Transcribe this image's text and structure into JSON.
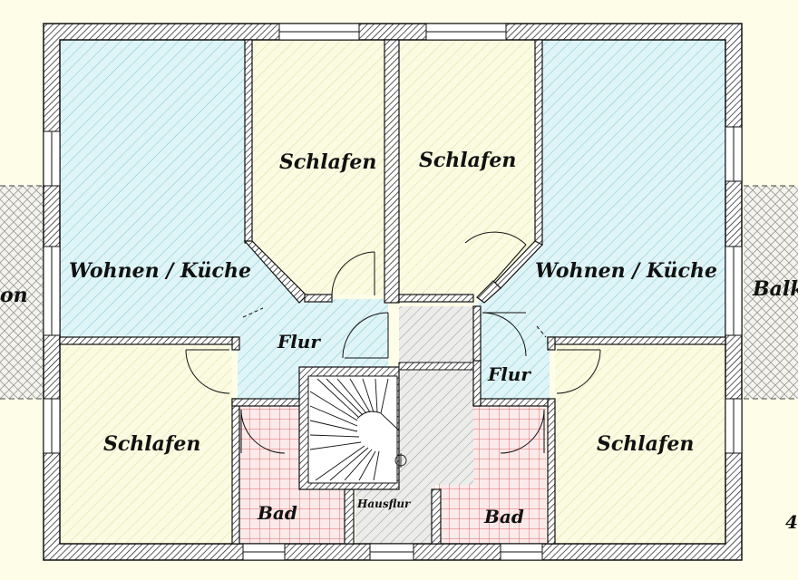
{
  "colors": {
    "background": "#fdfde8",
    "living": "#cdeef2",
    "bedroom": "#f8f8d4",
    "bath_grid": "#e98a8a",
    "hall": "#dfdfd8",
    "wall": "#111111",
    "balcony": "#8a8a8a"
  },
  "rooms": {
    "living_left": "Wohnen / Küche",
    "living_right": "Wohnen / Küche",
    "bedroom_top_left": "Schlafen",
    "bedroom_top_right": "Schlafen",
    "bedroom_bottom_left": "Schlafen",
    "bedroom_bottom_right": "Schlafen",
    "hall_left": "Flur",
    "hall_right": "Flur",
    "bath_left": "Bad",
    "bath_right": "Bad",
    "entrance": "Hausflur"
  },
  "balconies": {
    "left_fragment": "on",
    "right_fragment": "Balk"
  },
  "edge_fragment": "4"
}
